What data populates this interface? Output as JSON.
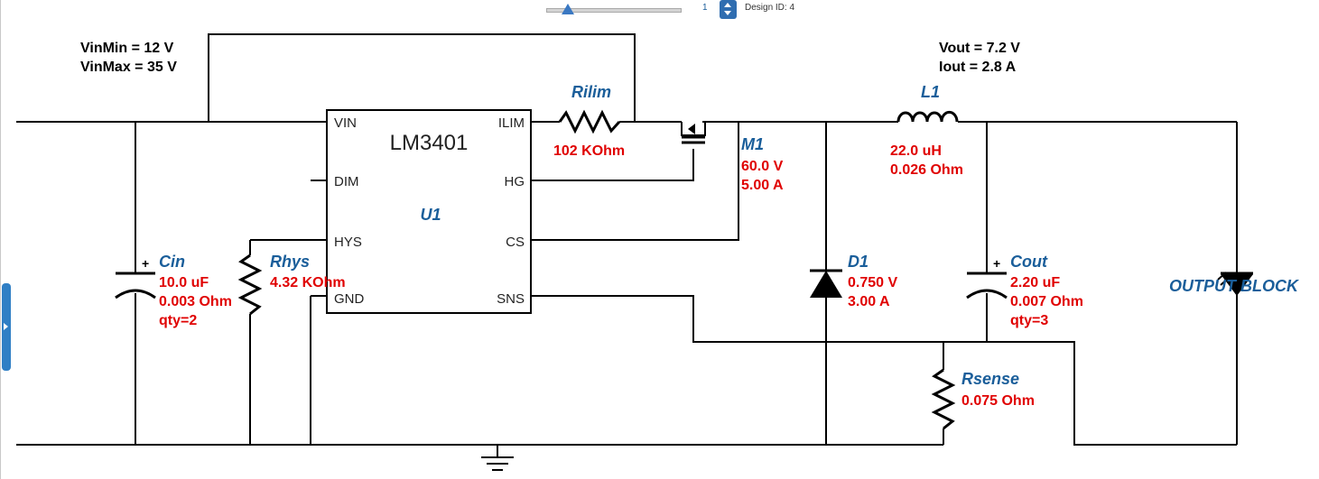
{
  "toolbar": {
    "zoom_value": "1",
    "design_id": "Design ID: 4"
  },
  "annotations": {
    "vin_min": "VinMin = 12 V",
    "vin_max": "VinMax = 35 V",
    "vout": "Vout = 7.2 V",
    "iout": "Iout = 2.8 A"
  },
  "ic": {
    "part": "LM3401",
    "ref": "U1",
    "pins": {
      "vin": "VIN",
      "dim": "DIM",
      "hys": "HYS",
      "gnd": "GND",
      "ilim": "ILIM",
      "hg": "HG",
      "cs": "CS",
      "sns": "SNS"
    }
  },
  "components": {
    "rilim": {
      "ref": "Rilim",
      "value": "102 KOhm"
    },
    "m1": {
      "ref": "M1",
      "voltage": "60.0 V",
      "current": "5.00 A"
    },
    "l1": {
      "ref": "L1",
      "inductance": "22.0 uH",
      "dcr": "0.026 Ohm"
    },
    "cin": {
      "ref": "Cin",
      "polarity": "+",
      "capacitance": "10.0 uF",
      "esr": "0.003 Ohm",
      "qty": "qty=2"
    },
    "rhys": {
      "ref": "Rhys",
      "value": "4.32 KOhm"
    },
    "d1": {
      "ref": "D1",
      "voltage": "0.750 V",
      "current": "3.00 A"
    },
    "cout": {
      "ref": "Cout",
      "polarity": "+",
      "capacitance": "2.20 uF",
      "esr": "0.007 Ohm",
      "qty": "qty=3"
    },
    "rsense": {
      "ref": "Rsense",
      "value": "0.075 Ohm"
    },
    "output": {
      "label": "OUTPUT BLOCK"
    }
  }
}
